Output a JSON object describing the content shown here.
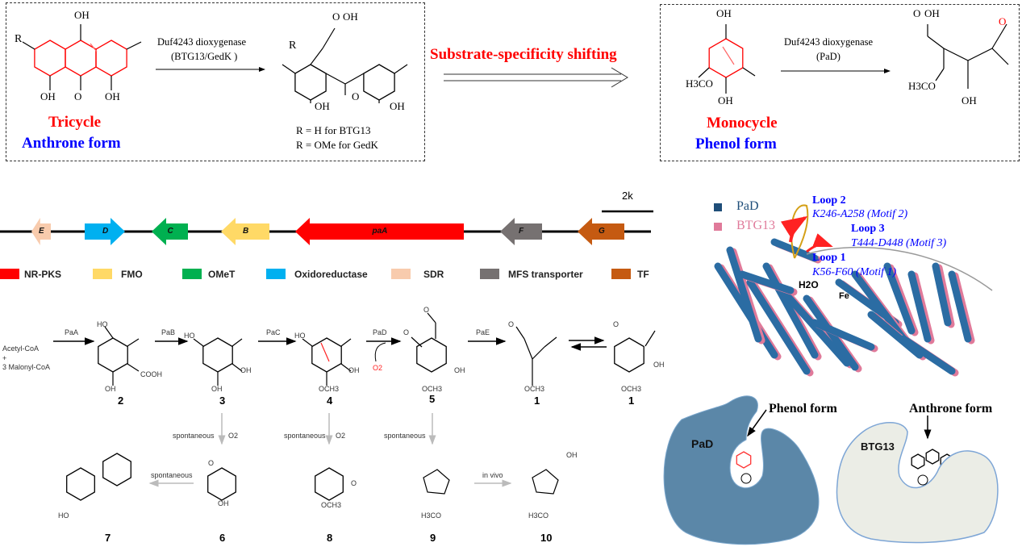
{
  "top_left": {
    "enzyme": "Duf4243 dioxygenase",
    "enzyme_sub": "(BTG13/GedK )",
    "substrate_title": "Tricycle",
    "substrate_form": "Anthrone form",
    "r_note_1": "R = H for BTG13",
    "r_note_2": "R = OMe for GedK",
    "R": "R",
    "OH": "OH",
    "O": "O"
  },
  "shift_label": "Substrate-specificity shifting",
  "top_right": {
    "enzyme": "Duf4243 dioxygenase",
    "enzyme_sub": "(PaD)",
    "substrate_title": "Monocycle",
    "substrate_form": "Phenol form",
    "OMe": "H3CO",
    "OH": "OH",
    "O": "O"
  },
  "gene_cluster": {
    "scale": "2k",
    "genes": [
      {
        "label": "E",
        "color": "#F8CBAD"
      },
      {
        "label": "D",
        "color": "#00B0F0"
      },
      {
        "label": "C",
        "color": "#00B050"
      },
      {
        "label": "B",
        "color": "#FFD966"
      },
      {
        "label": "paA",
        "color": "#FF0000"
      },
      {
        "label": "F",
        "color": "#767171"
      },
      {
        "label": "G",
        "color": "#C55A11"
      }
    ],
    "legend": [
      {
        "label": "NR-PKS",
        "color": "#FF0000"
      },
      {
        "label": "FMO",
        "color": "#FFD966"
      },
      {
        "label": "OMeT",
        "color": "#00B050"
      },
      {
        "label": "Oxidoreductase",
        "color": "#00B0F0"
      },
      {
        "label": "SDR",
        "color": "#F8CBAD"
      },
      {
        "label": "MFS transporter",
        "color": "#767171"
      },
      {
        "label": "TF",
        "color": "#C55A11"
      }
    ]
  },
  "pathway": {
    "start_1": "Acetyl-CoA",
    "plus": "+",
    "start_2": "3 Malonyl-CoA",
    "steps": [
      "PaA",
      "PaB",
      "PaC",
      "PaD",
      "PaE"
    ],
    "o2": "O2",
    "compounds": [
      "2",
      "3",
      "4",
      "5",
      "1",
      "1"
    ],
    "spontaneous": "spontaneous",
    "in_vivo": "in vivo",
    "side_compounds": [
      "7",
      "6",
      "8",
      "9",
      "10"
    ],
    "labels": {
      "HO": "HO",
      "OH": "OH",
      "COOH": "COOH",
      "OCH3": "OCH3",
      "H3CO": "H3CO",
      "O": "O"
    }
  },
  "structure": {
    "legend": [
      {
        "label": "PaD",
        "color": "#1F4E79"
      },
      {
        "label": "BTG13",
        "color": "#E07A9A"
      }
    ],
    "loops": [
      {
        "name": "Loop 2",
        "range": "K246-A258 (Motif 2)"
      },
      {
        "name": "Loop 3",
        "range": "T444-D448 (Motif 3)"
      },
      {
        "name": "Loop 1",
        "range": "K56-F60 (Motif 1)"
      }
    ],
    "water": "H2O",
    "iron": "Fe"
  },
  "pockets": [
    {
      "enzyme": "PaD",
      "form": "Phenol form",
      "color": "#5B87A8"
    },
    {
      "enzyme": "BTG13",
      "form": "Anthrone form",
      "color": "#EBEDE6"
    }
  ]
}
